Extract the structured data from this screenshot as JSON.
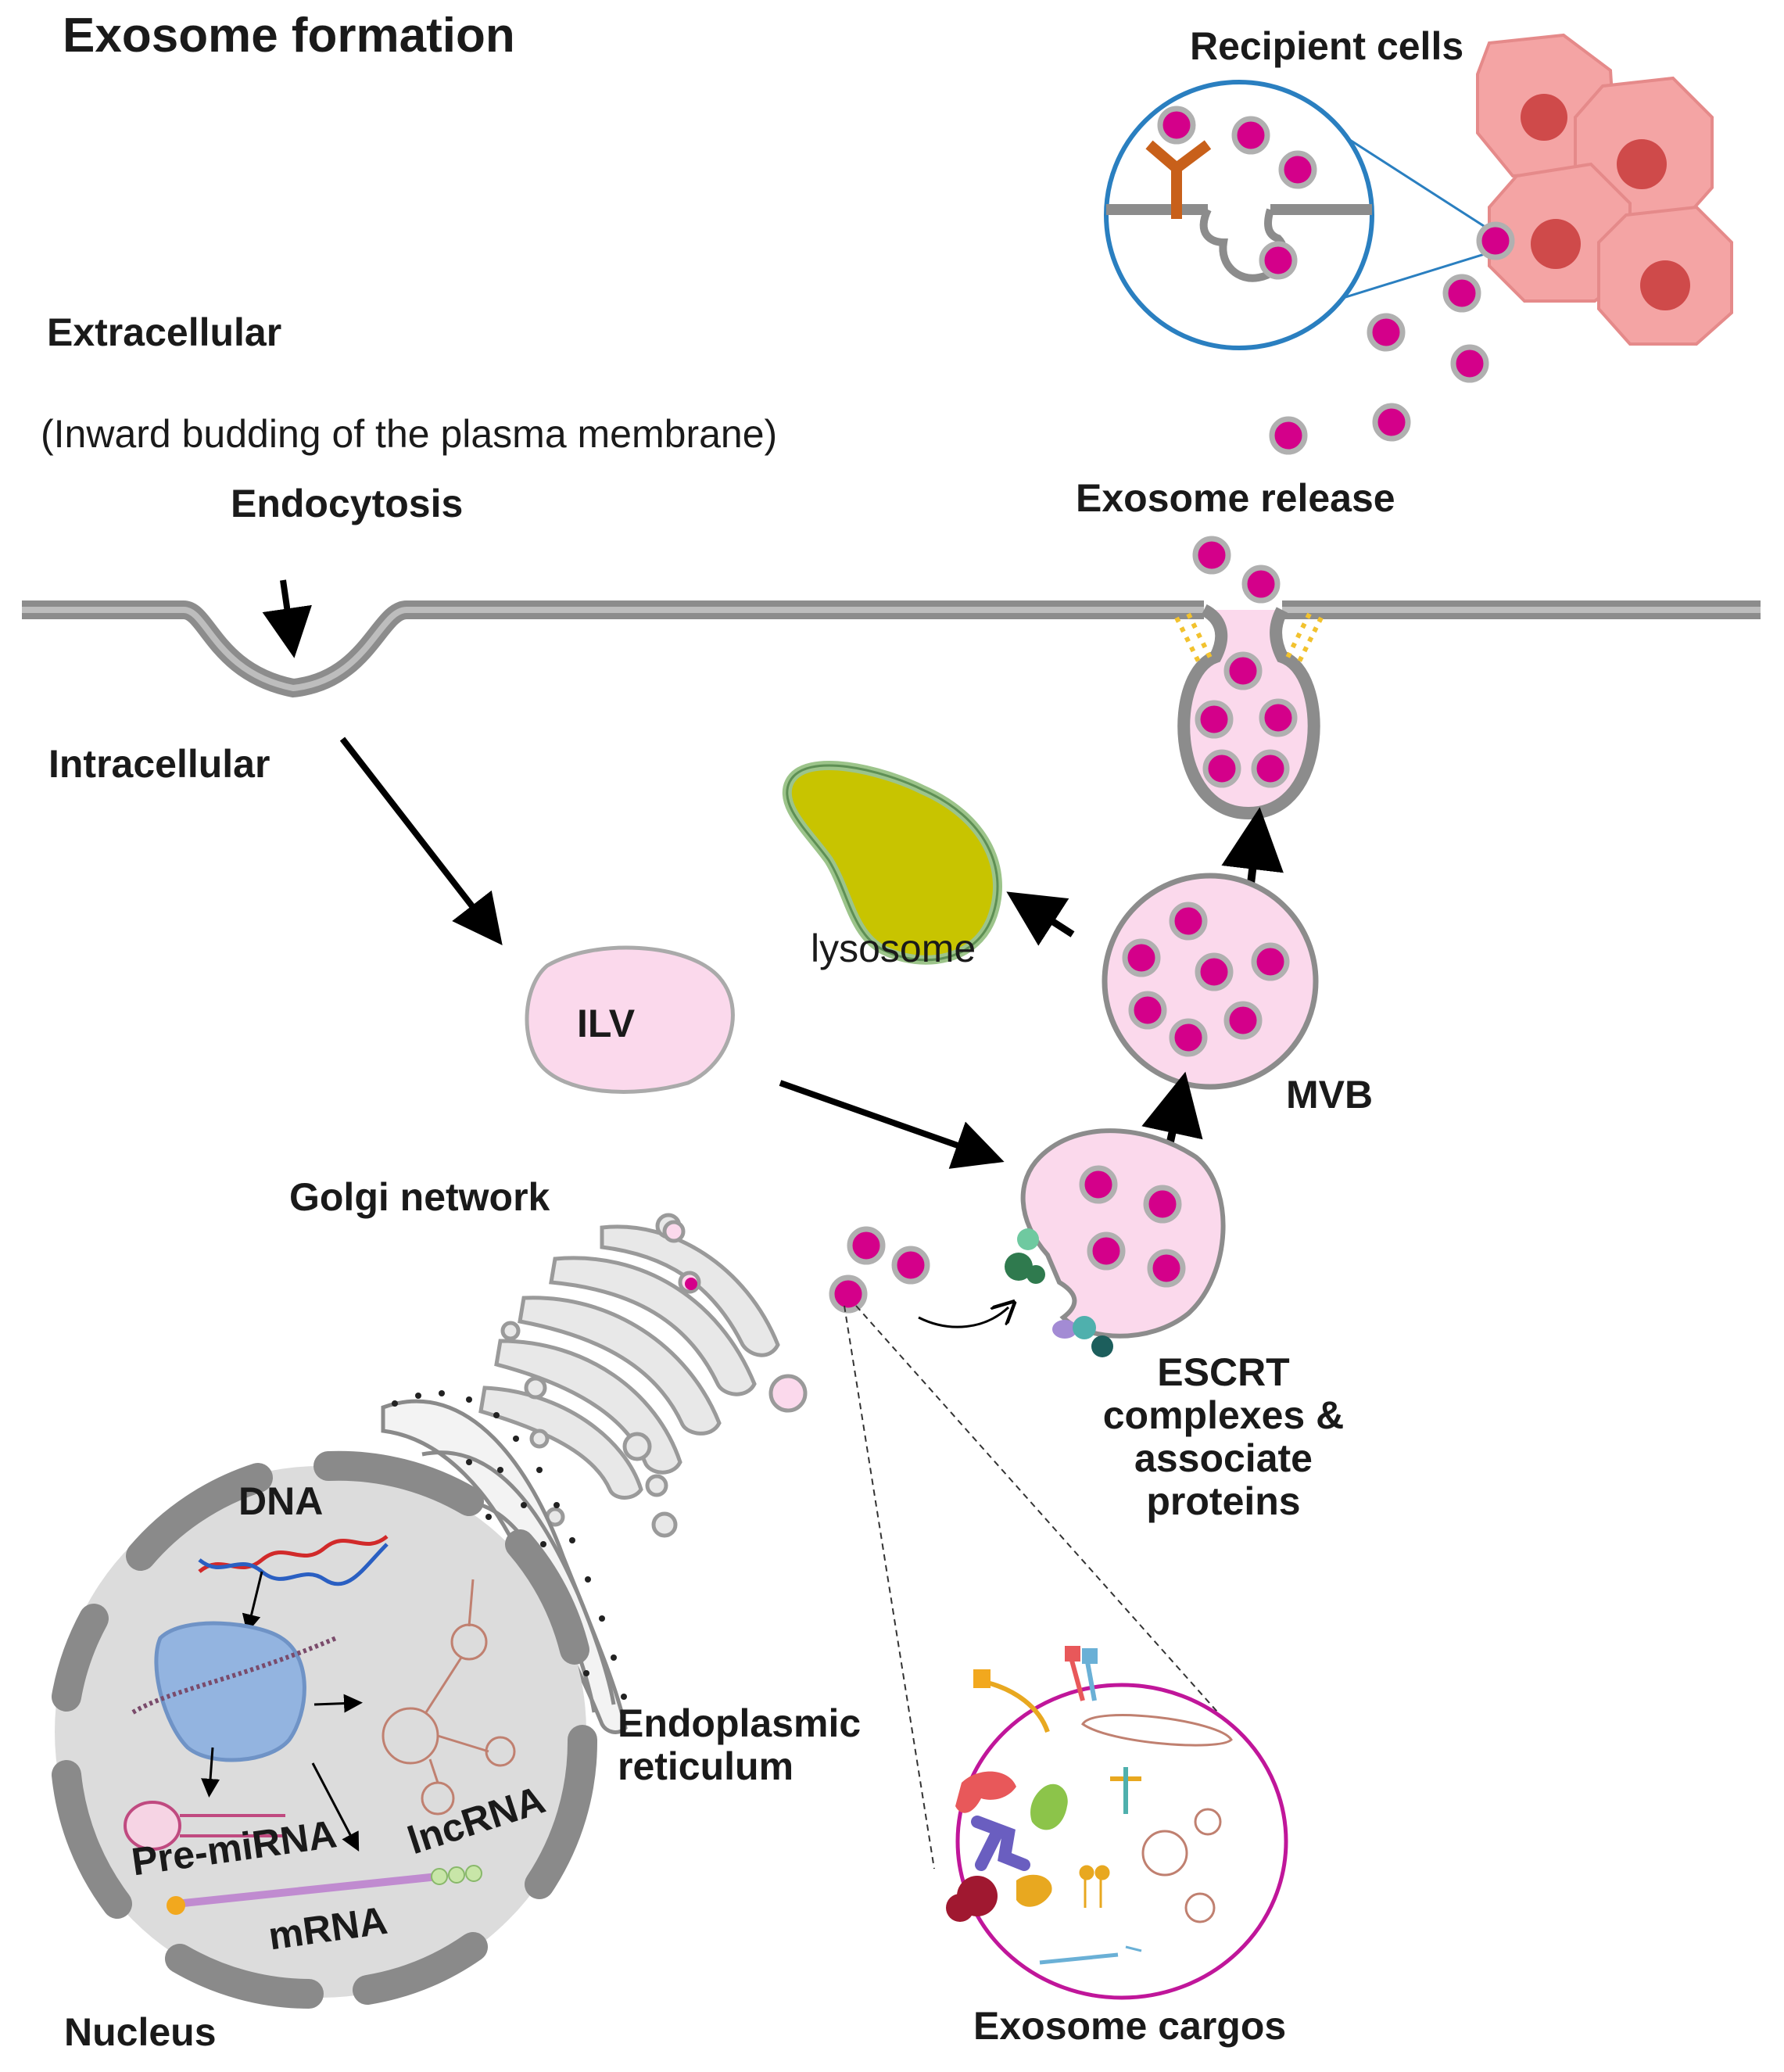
{
  "title": "Exosome formation",
  "labels": {
    "recipient_cells": "Recipient cells",
    "extracellular": "Extracellular",
    "inward_budding": "(Inward budding of the plasma membrane)",
    "endocytosis": "Endocytosis",
    "exosome_release": "Exosome release",
    "intracellular": "Intracellular",
    "lysosome": "lysosome",
    "ilv": "ILV",
    "mvb": "MVB",
    "golgi_network": "Golgi network",
    "escrt_line1": "ESCRT",
    "escrt_line2": "complexes &",
    "escrt_line3": "associate",
    "escrt_line4": "proteins",
    "dna": "DNA",
    "endoplasmic_line1": "Endoplasmic",
    "endoplasmic_line2": "reticulum",
    "pre_mirna": "Pre-miRNA",
    "lncrna": "lncRNA",
    "mrna": "mRNA",
    "nucleus": "Nucleus",
    "exosome_cargos": "Exosome cargos"
  },
  "colors": {
    "membrane": "#8c8c8c",
    "exosome_fill": "#d4008a",
    "vesicle_fill": "#fbd9ec",
    "lysosome_fill": "#c8c400",
    "cell_fill": "#f4a4a4",
    "cell_nucleus": "#cf4a4a",
    "receptor": "#c8601a",
    "zoom_ring": "#2a7fc0",
    "cargo_ring": "#c0169a",
    "nucleus_fill": "#dcdcdc"
  }
}
